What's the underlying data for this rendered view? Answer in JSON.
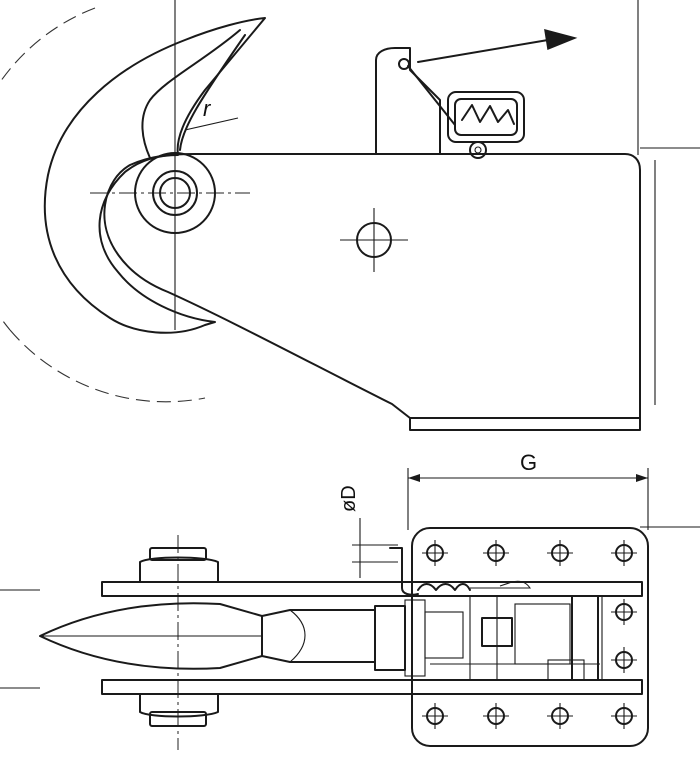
{
  "diagram": {
    "labels": {
      "radius": "r",
      "dim_width": "G",
      "dim_diameter": "øD"
    },
    "icons": {
      "arrow": "arrow-right-icon",
      "hole": "circle-hole-icon",
      "spring": "spring-icon"
    },
    "colors": {
      "line": "#1a1a1a",
      "background": "#ffffff"
    }
  }
}
